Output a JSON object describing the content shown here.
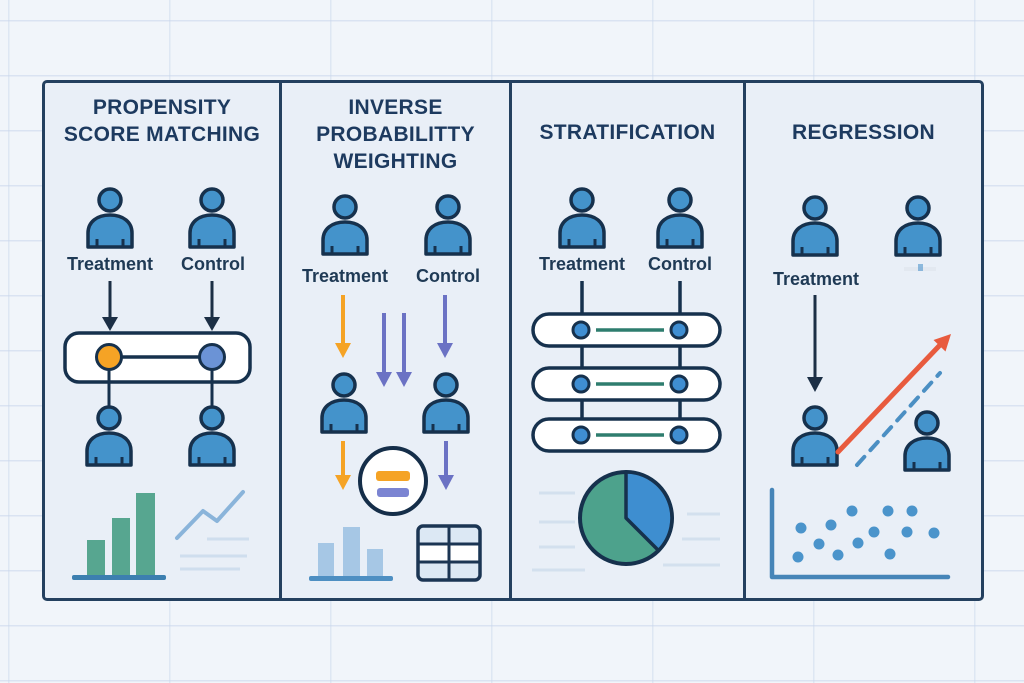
{
  "panels": [
    {
      "id": "propensity-score-matching",
      "title": "PROPENSITY SCORE MATCHING",
      "labels": {
        "treatment": "Treatment",
        "control": "Control"
      },
      "icons": [
        "person-icon",
        "down-arrow-icon",
        "matched-pair-box",
        "match-dot-treated",
        "match-dot-control",
        "bar-chart-icon",
        "line-chart-icon"
      ]
    },
    {
      "id": "inverse-probability-weighting",
      "title": "INVERSE PROBABILITTY WEIGHTING",
      "labels": {
        "treatment": "Treatment",
        "control": "Control"
      },
      "icons": [
        "person-icon",
        "weight-arrow-orange-icon",
        "weight-arrow-purple-icon",
        "equals-circle-icon",
        "bar-chart-icon",
        "table-icon"
      ]
    },
    {
      "id": "stratification",
      "title": "STRATIFICATION",
      "labels": {
        "treatment": "Treatment",
        "control": "Control"
      },
      "icons": [
        "person-icon",
        "stratum-box",
        "stratum-dot",
        "pie-chart-icon"
      ]
    },
    {
      "id": "regression",
      "title": "REGRESSION",
      "labels": {
        "treatment": "Treatment"
      },
      "icons": [
        "person-icon",
        "down-arrow-icon",
        "regression-arrow-icon",
        "dashed-trend-line-icon",
        "scatter-plot-icon"
      ]
    }
  ],
  "colors": {
    "background": "#f1f5fa",
    "panel_background": "#e9eff7",
    "border_navy": "#24405f",
    "outline_navy": "#16314d",
    "title_navy": "#1d3a5f",
    "person_blue": "#4493cb",
    "teal": "#54a58f",
    "teal_line": "#2e7d6e",
    "orange": "#f5a325",
    "purple": "#6b72c4",
    "periwinkle": "#7b84d2",
    "match_dot_blue": "#6b93d6",
    "red_orange": "#e85b3e",
    "light_blue_bar": "#a6c7e5",
    "accent_blue": "#4685b8",
    "pie_blue": "#3e8ed0",
    "pie_teal": "#4da28c"
  }
}
